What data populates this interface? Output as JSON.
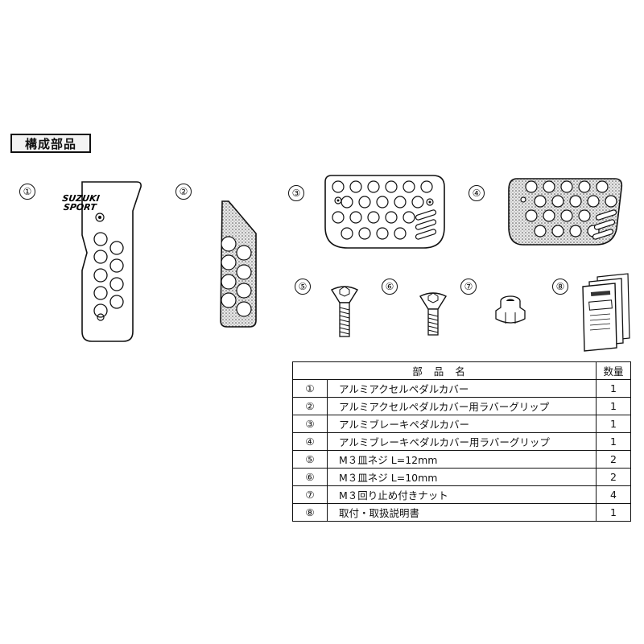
{
  "section_title": "構成部品",
  "callouts": [
    "①",
    "②",
    "③",
    "④",
    "⑤",
    "⑥",
    "⑦",
    "⑧"
  ],
  "brand_logo": {
    "line1": "SUZUKI",
    "line2": "SPORT"
  },
  "table": {
    "headers": {
      "name": "部品名",
      "qty": "数量"
    },
    "rows": [
      {
        "no": "①",
        "name": "アルミアクセルペダルカバー",
        "qty": "1"
      },
      {
        "no": "②",
        "name": "アルミアクセルペダルカバー用ラバーグリップ",
        "qty": "1"
      },
      {
        "no": "③",
        "name": "アルミブレーキペダルカバー",
        "qty": "1"
      },
      {
        "no": "④",
        "name": "アルミブレーキペダルカバー用ラバーグリップ",
        "qty": "1"
      },
      {
        "no": "⑤",
        "name": "M３皿ネジ L=12mm",
        "qty": "2"
      },
      {
        "no": "⑥",
        "name": "M３皿ネジ L=10mm",
        "qty": "2"
      },
      {
        "no": "⑦",
        "name": "M３回り止め付きナット",
        "qty": "4"
      },
      {
        "no": "⑧",
        "name": "取付・取扱説明書",
        "qty": "1"
      }
    ]
  }
}
